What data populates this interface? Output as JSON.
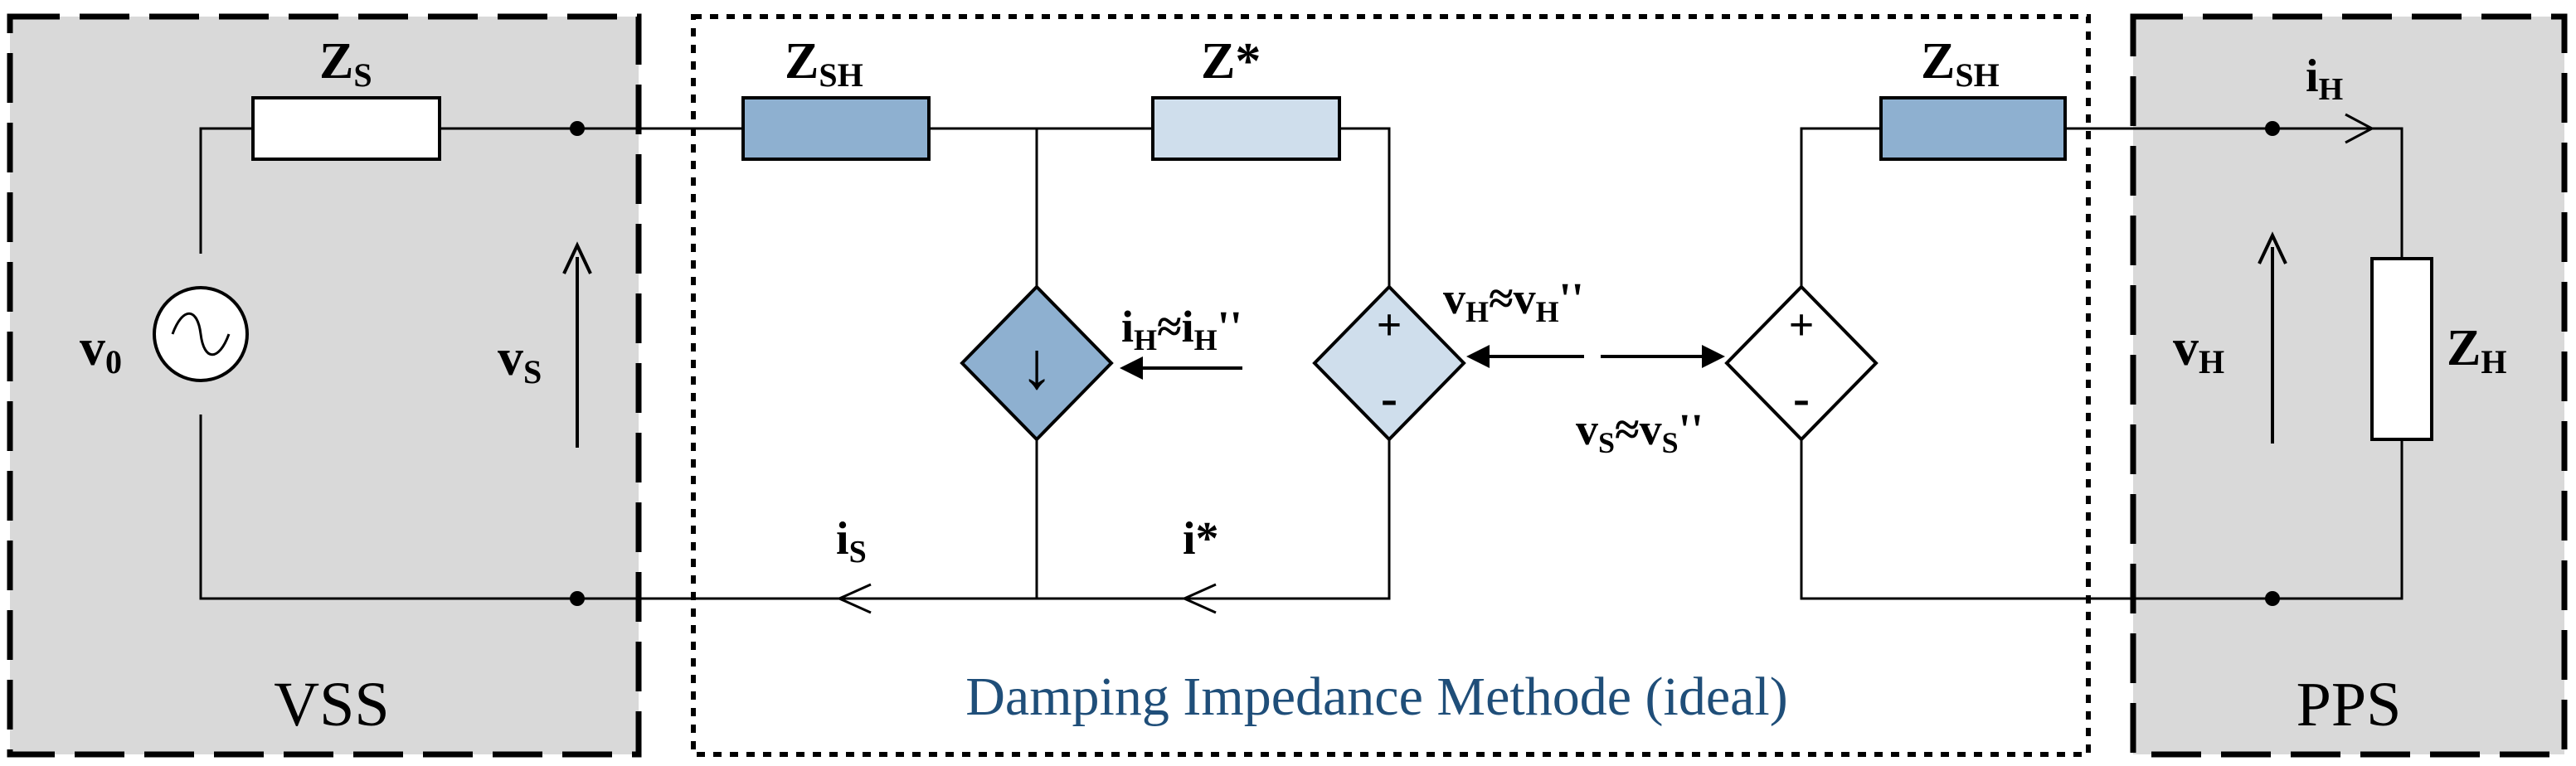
{
  "labels": {
    "zs": "Z",
    "zs_sub": "S",
    "zsh_left": "Z",
    "zsh_left_sub": "SH",
    "zstar": "Z*",
    "zsh_right": "Z",
    "zsh_right_sub": "SH",
    "ih": "i",
    "ih_sub": "H",
    "zh": "Z",
    "zh_sub": "H",
    "v0": "v",
    "v0_sub": "0",
    "vs": "v",
    "vs_sub": "S",
    "vh": "v",
    "vh_sub": "H",
    "ih_approx_a": "i",
    "ih_approx_a_sub": "H",
    "ih_approx_mid": "≈i",
    "ih_approx_b_sub": "H",
    "ih_approx_tail": "''",
    "vh_approx_a": "v",
    "vh_approx_a_sub": "H",
    "vh_approx_mid": "≈v",
    "vh_approx_b_sub": "H",
    "vh_approx_tail": "''",
    "vs_approx_a": "v",
    "vs_approx_a_sub": "S",
    "vs_approx_mid": "≈v",
    "vs_approx_b_sub": "S",
    "vs_approx_tail": "''",
    "is": "i",
    "is_sub": "S",
    "istar": "i*",
    "plus": "+",
    "minus": "-",
    "down_arrow": "↓"
  },
  "sections": {
    "vss": "VSS",
    "pps": "PPS",
    "dim": "Damping Impedance Methode (ideal)"
  },
  "colors": {
    "section_fill": "#d9d9d9",
    "impedance_dark": "#8eb0d0",
    "impedance_light": "#cfdeec",
    "caption_blue": "#1f4e79"
  }
}
